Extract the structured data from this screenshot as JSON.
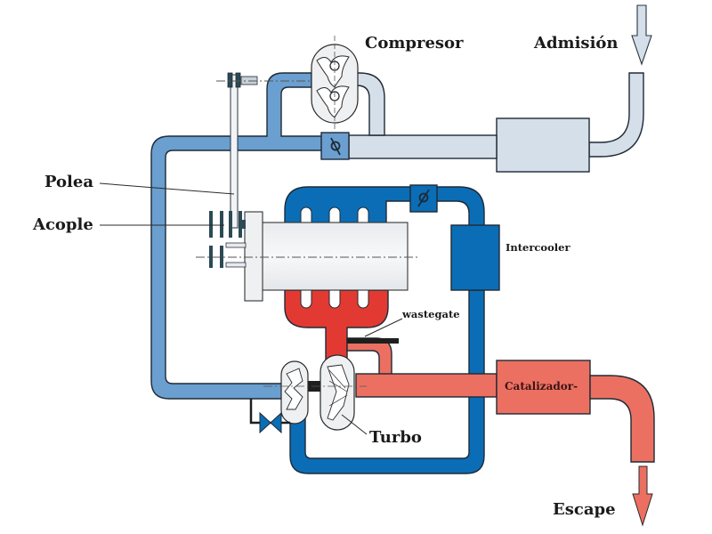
{
  "title": "Sistema de sobrealimentación combinado: compresor volumétrico y turbo",
  "colors": {
    "intake_cold": "#d5dfea",
    "intake_pre_compressor": "#6a9fd0",
    "intake_compressed": "#0b6db5",
    "exhaust_hot": "#e23a32",
    "exhaust_cooled": "#ec7061",
    "engine": "#f1f3f5",
    "outline": "#1e2a36"
  },
  "labels": {
    "compresor": "Compresor",
    "admision": "Admisión",
    "polea": "Polea",
    "acople": "Acople",
    "intercooler": "Intercooler",
    "wastegate": "wastegate",
    "turbo": "Turbo",
    "catalizador": "Catalizador-",
    "escape": "Escape"
  },
  "icons": {
    "intake_arrow": "arrow-down",
    "exhaust_arrow": "arrow-down",
    "throttle_valve": "butterfly-valve",
    "bypass_valve": "bow-tie-valve"
  }
}
